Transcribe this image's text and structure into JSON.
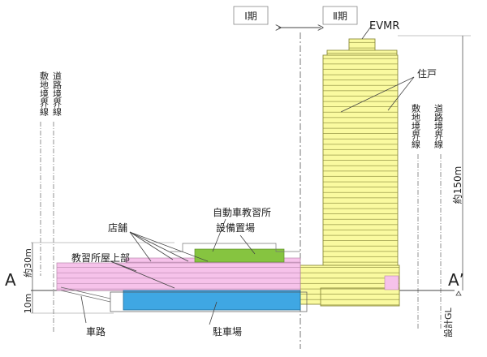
{
  "phases": {
    "phase1": "Ⅰ期",
    "phase2": "Ⅱ期"
  },
  "labels": {
    "evmr": "EVMR",
    "dwelling": "住戸",
    "driving_school": "自動車教習所",
    "equipment_area": "設備置場",
    "shop": "店舗",
    "school_roof": "教習所屋上部",
    "parking": "駐車場",
    "road": "車路",
    "section_a": "A",
    "section_a_prime": "A’",
    "design_gl": "設計GL",
    "height_150": "約150m",
    "height_30": "約30m",
    "depth_10": "10m"
  },
  "boundaries": {
    "left_site": "敷地境界線",
    "left_road": "道路境界線",
    "right_site": "敷地境界線",
    "right_road": "道路境界線"
  },
  "colors": {
    "tower": "#fafaa0",
    "tower_line": "#8a8a3c",
    "pink": "#f6c2ea",
    "blue": "#3fa7e3",
    "green": "#86c440",
    "line": "#333333"
  }
}
